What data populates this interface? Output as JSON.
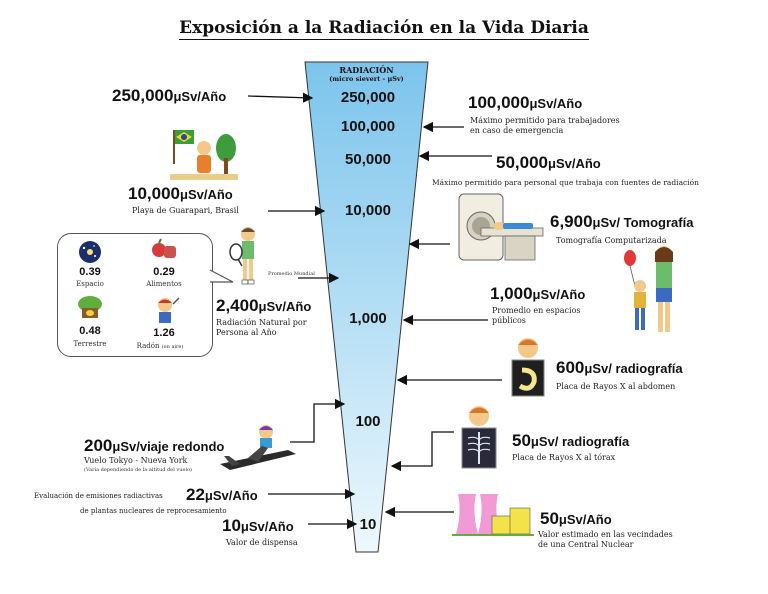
{
  "title": "Exposición a la Radiación en la Vida Diaria",
  "funnel": {
    "header_line1": "RADIACIÓN",
    "header_line2": "(micro sievert - μSv)",
    "levels": [
      "250,000",
      "100,000",
      "50,000",
      "10,000",
      "1,000",
      "100",
      "10"
    ]
  },
  "left": {
    "l250k": {
      "value": "250,000",
      "unit": "μSv/Año"
    },
    "beach": {
      "value": "10,000",
      "unit": "μSv/Año",
      "desc": "Playa de Guarapari, Brasil"
    },
    "natural": {
      "value": "2,400",
      "unit": "μSv/Año",
      "desc1": "Radiación Natural por",
      "desc2": "Persona al Año",
      "note": "Promedio Mundial"
    },
    "flight": {
      "value": "200",
      "unit": "μSv/viaje redondo",
      "desc": "Vuelo Tokyo - Nueva York",
      "note": "(Varía dependiendo de la altitud del vuelo)"
    },
    "plants": {
      "value": "22",
      "unit": "μSv/Año",
      "desc1": "Evaluación de emisiones radiactivas",
      "desc2": "de plantas nucleares de reprocesamiento"
    },
    "dispersion": {
      "value": "10",
      "unit": "μSv/Año",
      "desc": "Valor de dispensa"
    }
  },
  "breakdown": {
    "espacio": {
      "value": "0.39",
      "label": "Espacio"
    },
    "alimentos": {
      "value": "0.29",
      "label": "Alimentos"
    },
    "terrestre": {
      "value": "0.48",
      "label": "Terrestre"
    },
    "radon": {
      "value": "1.26",
      "label": "Radón",
      "note": "(en aire)"
    }
  },
  "right": {
    "workers": {
      "value": "100,000",
      "unit": "μSv/Año",
      "desc1": "Máximo permitido para trabajadores",
      "desc2": "en caso de emergencia"
    },
    "radpersonnel": {
      "value": "50,000",
      "unit": "μSv/Año",
      "desc": "Máximo permitido para personal que trabaja con fuentes de radiación"
    },
    "ct": {
      "value": "6,900",
      "unit": "μSv/ Tomografía",
      "desc": "Tomografía Computarizada"
    },
    "public": {
      "value": "1,000",
      "unit": "μSv/Año",
      "desc1": "Promedio en espacios",
      "desc2": "públicos"
    },
    "abdomen": {
      "value": "600",
      "unit": "μSv/ radiografía",
      "desc": "Placa de Rayos X al abdomen"
    },
    "chest": {
      "value": "50",
      "unit": "μSv/ radiografía",
      "desc": "Placa de Rayos X al tórax"
    },
    "plant": {
      "value": "50",
      "unit": "μSv/Año",
      "desc1": "Valor estimado en las vecindades",
      "desc2": "de una Central Nuclear"
    }
  }
}
